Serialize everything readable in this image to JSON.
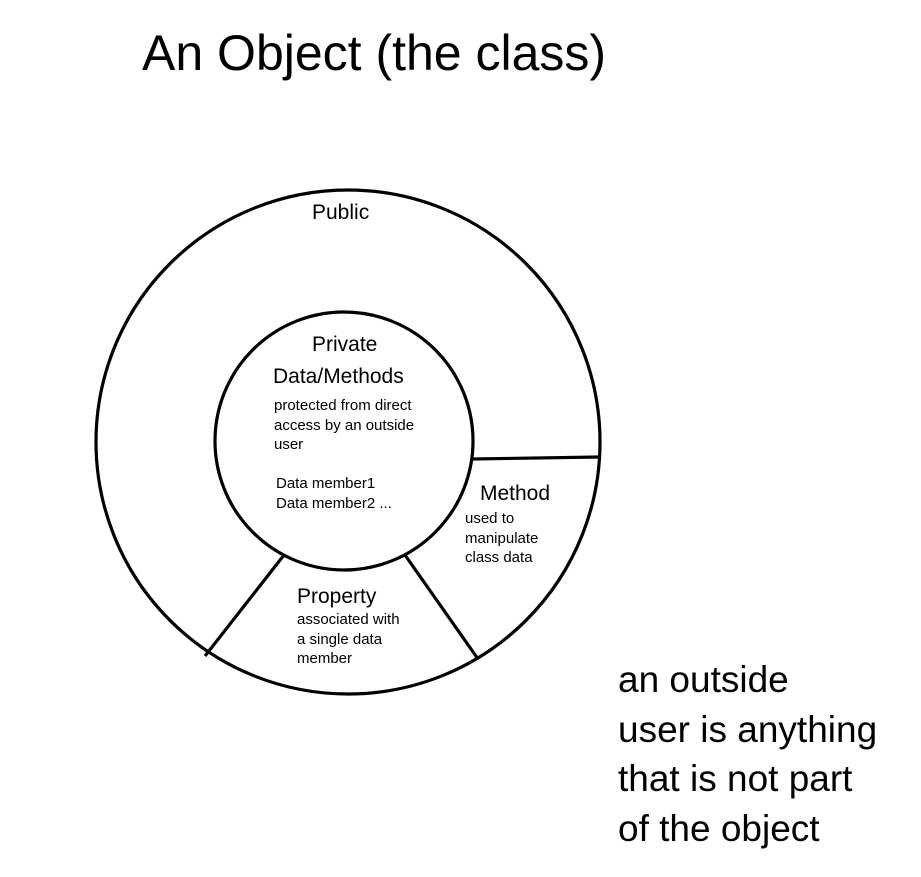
{
  "title": "An Object (the class)",
  "public_region": {
    "label": "Public"
  },
  "private_region": {
    "label_line1": "Private",
    "label_line2": "Data/Methods",
    "description": [
      "protected from direct",
      "access by an outside",
      "user"
    ],
    "members": [
      "Data member1",
      "Data member2 ..."
    ]
  },
  "method_region": {
    "label": "Method",
    "description": [
      "used to",
      "manipulate",
      "class data"
    ]
  },
  "property_region": {
    "label": "Property",
    "description": [
      "associated with",
      "a single data",
      "member"
    ]
  },
  "side_note": [
    "an outside",
    "user is anything",
    "that is not part",
    "of the object"
  ]
}
